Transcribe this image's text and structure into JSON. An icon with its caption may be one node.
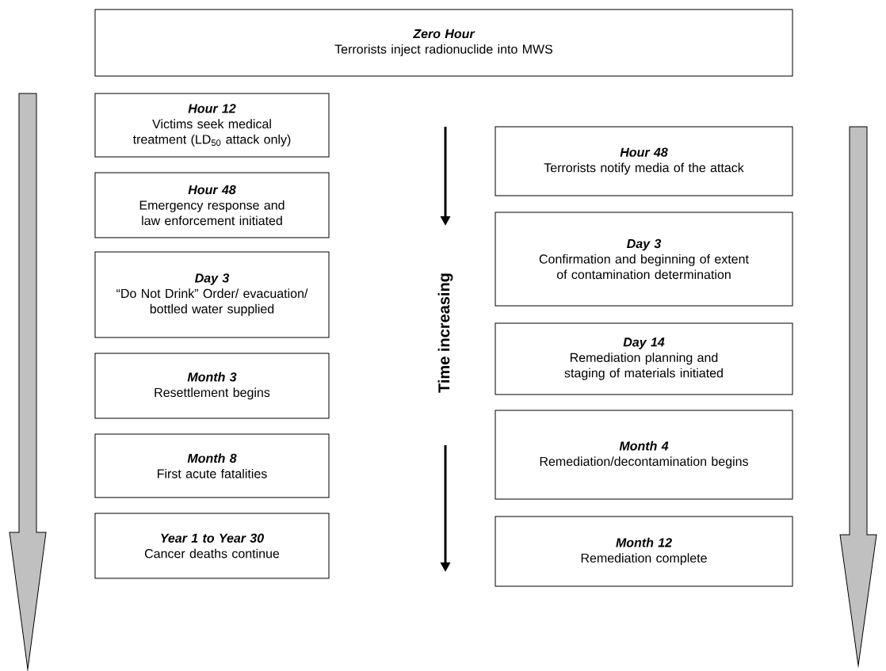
{
  "diagram": {
    "nodes": [
      {
        "text": [
          "Zero Hour",
          "Terrorists inject radionuclide into MWS"
        ]
      },
      {
        "text": [
          "Hour 12",
          "Victims seek medical treatment (LD$_{50}$ attack only)"
        ]
      },
      {
        "text": [
          "Hour 48",
          "Emergency response and law enforcement initiated"
        ]
      },
      {
        "text": [
          "Day 3",
          "“Do Not Drink” Order/ evacuation/ bottled water supplied"
        ]
      },
      {
        "text": [
          "Month 3",
          "Resettlement begins"
        ]
      },
      {
        "text": [
          "Month 8",
          "First acute fatalities"
        ]
      },
      {
        "text": [
          "Year 1 to Year 30",
          "Cancer deaths continue"
        ]
      },
      {
        "text": [
          "Hour 48",
          "Terrorists notify media of the attack"
        ]
      },
      {
        "text": [
          "Day 3",
          "Confirmation and beginning of extent of contamination determination"
        ]
      },
      {
        "text": [
          "Day 14",
          "Remediation planning and staging of materials initiated"
        ]
      },
      {
        "text": [
          "Month 4",
          "Remediation/decontamination begins"
        ]
      },
      {
        "text": [
          "Month 12",
          "Remediation complete"
        ]
      }
    ],
    "labels": [
      "Time increasing"
    ]
  }
}
